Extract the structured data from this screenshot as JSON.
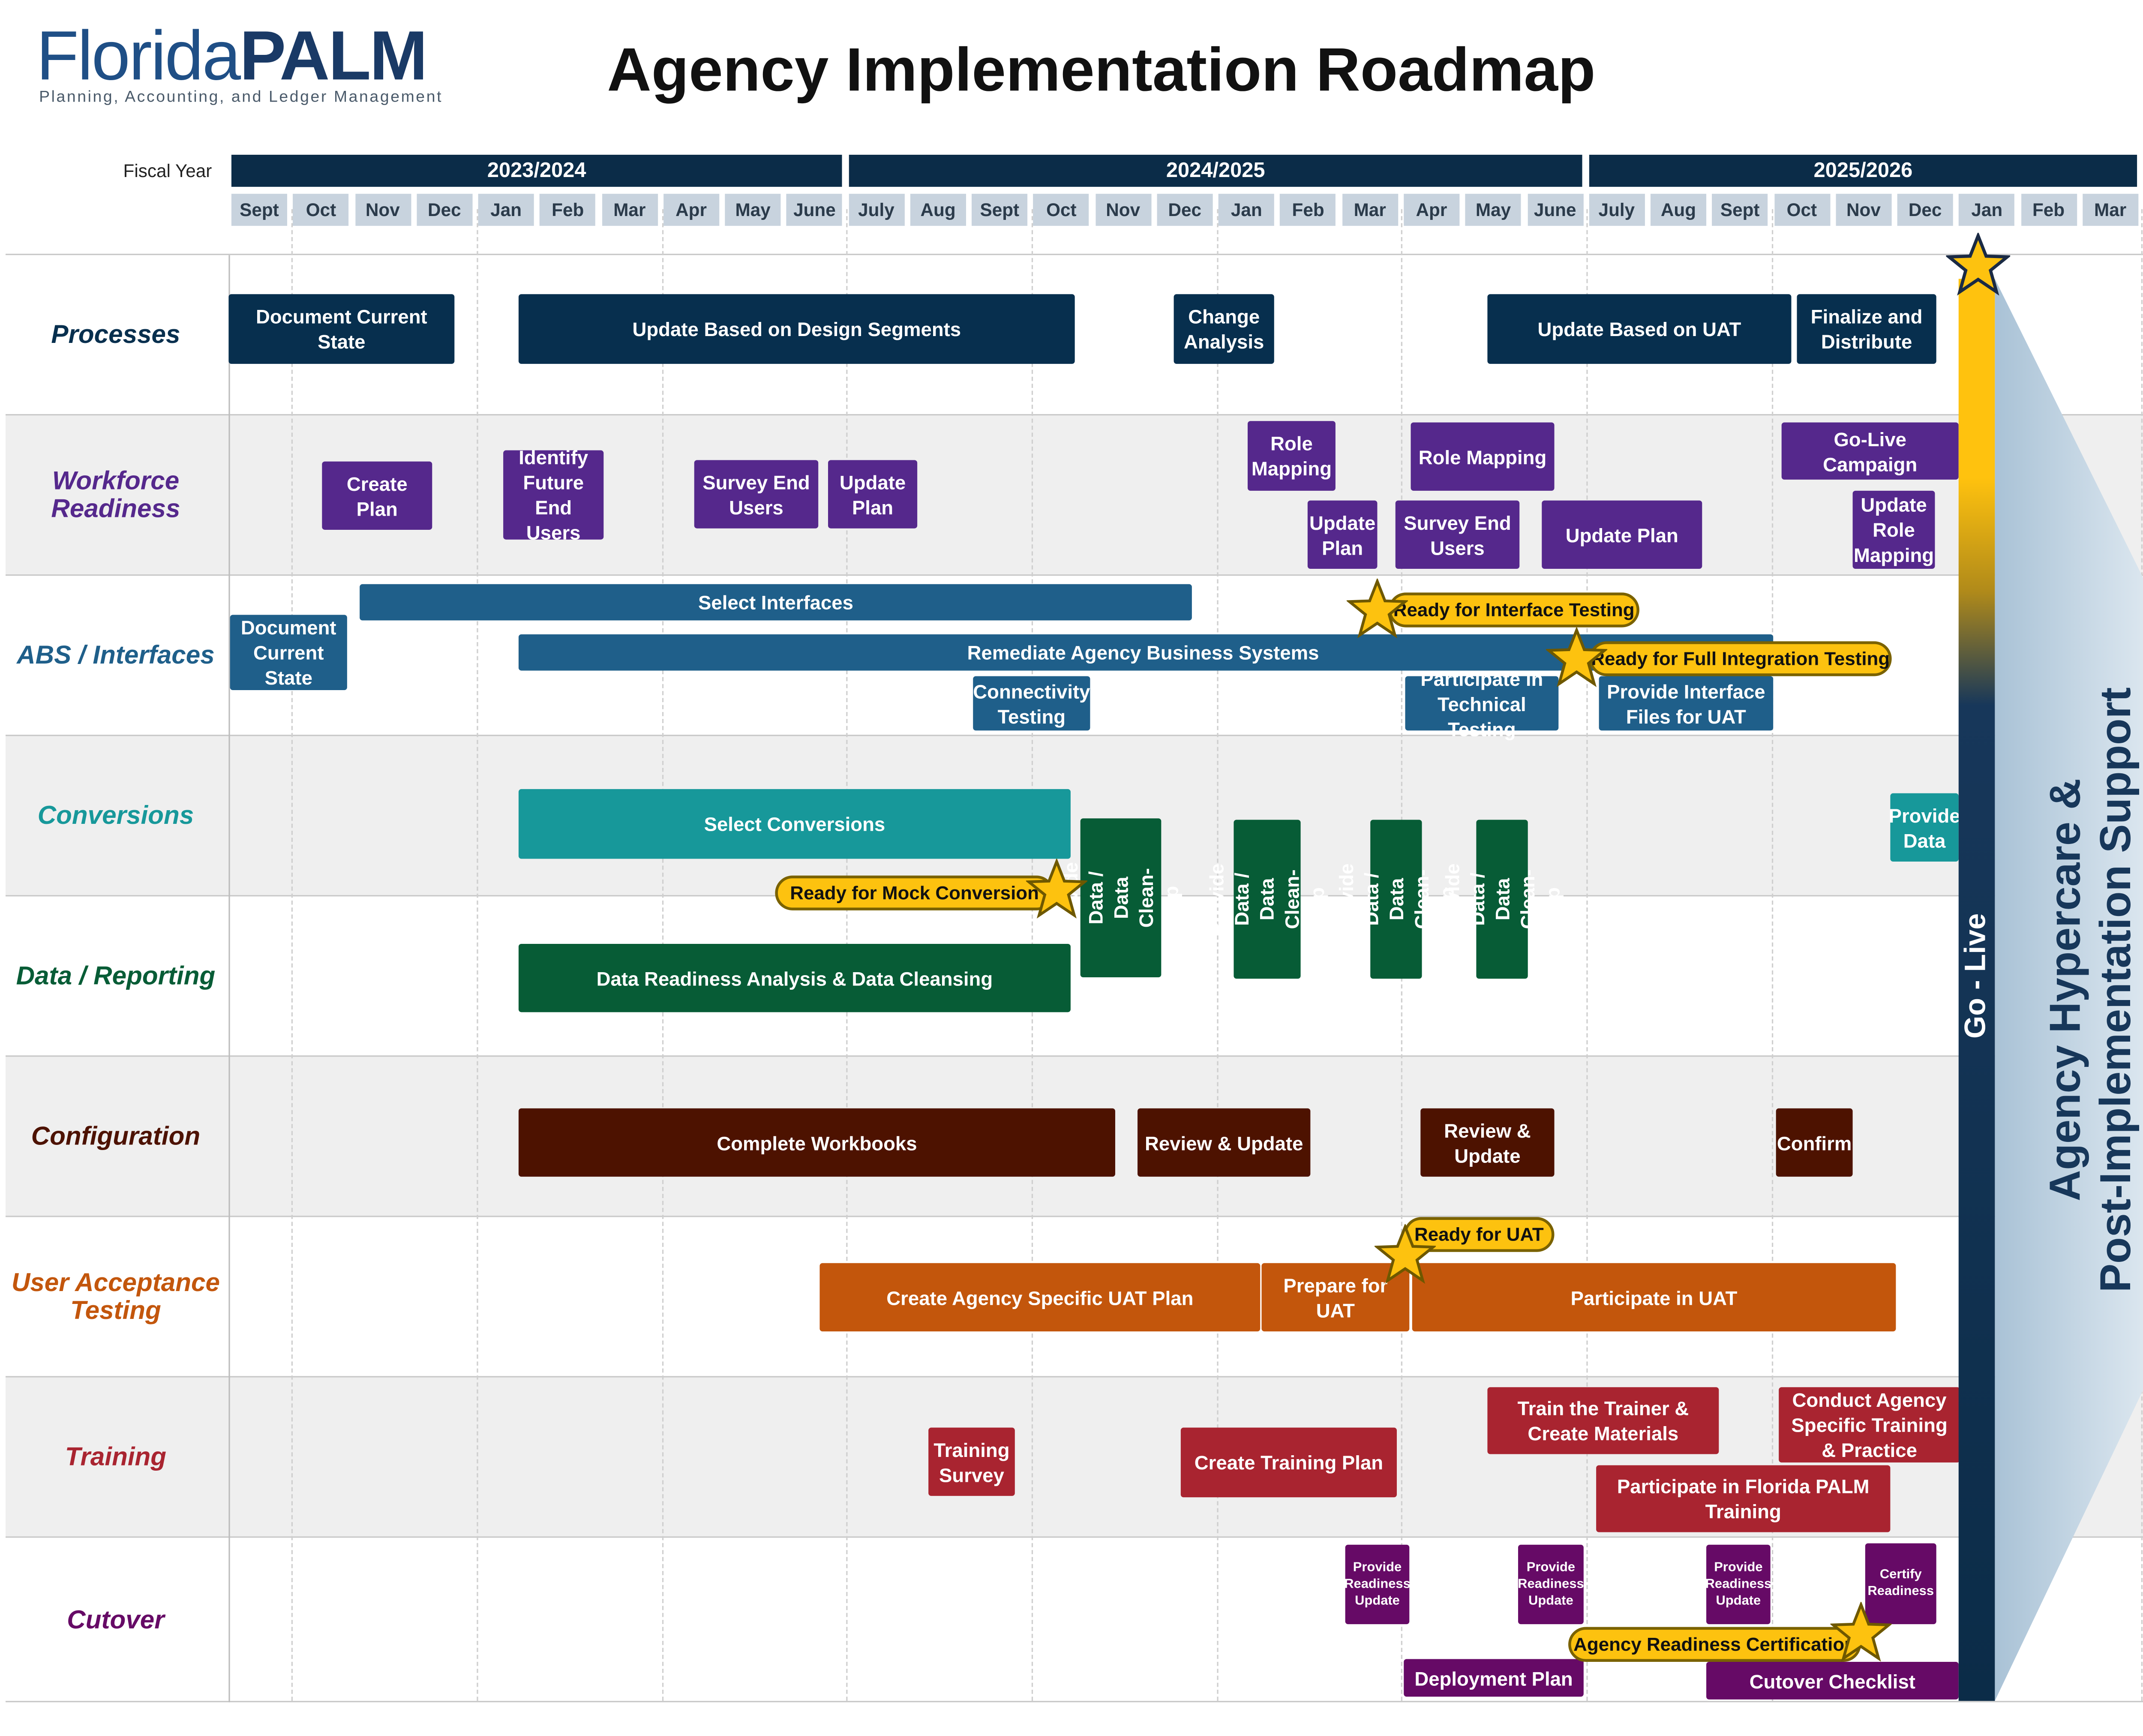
{
  "logo": {
    "florida": "Florida",
    "palm": "PALM",
    "tagline": "Planning, Accounting, and Ledger Management"
  },
  "title": "Agency Implementation Roadmap",
  "fiscal_year_label": "Fiscal Year",
  "years": [
    "2023/2024",
    "2024/2025",
    "2025/2026"
  ],
  "months": [
    "Sept",
    "Oct",
    "Nov",
    "Dec",
    "Jan",
    "Feb",
    "Mar",
    "Apr",
    "May",
    "June",
    "July",
    "Aug",
    "Sept",
    "Oct",
    "Nov",
    "Dec",
    "Jan",
    "Feb",
    "Mar",
    "Apr",
    "May",
    "June",
    "July",
    "Aug",
    "Sept",
    "Oct",
    "Nov",
    "Dec",
    "Jan",
    "Feb",
    "Mar"
  ],
  "colors": {
    "processes": "#072f4e",
    "workforce": "#55288c",
    "abs": "#1f5f8a",
    "conversions": "#17989a",
    "data": "#075c36",
    "configuration": "#4d1200",
    "uat": "#c3560c",
    "training": "#a92430",
    "cutover": "#660a66",
    "milestone": "#fdc20f"
  },
  "lanes": [
    {
      "label": "Processes",
      "color": "#072f4e"
    },
    {
      "label": "Workforce Readiness",
      "color": "#55288c"
    },
    {
      "label": "ABS / Interfaces",
      "color": "#1f5f8a"
    },
    {
      "label": "Conversions",
      "color": "#17989a"
    },
    {
      "label": "Data / Reporting",
      "color": "#075c36"
    },
    {
      "label": "Configuration",
      "color": "#4d1200"
    },
    {
      "label": "User Acceptance Testing",
      "color": "#c3560c"
    },
    {
      "label": "Training",
      "color": "#a92430"
    },
    {
      "label": "Cutover",
      "color": "#660a66"
    }
  ],
  "tasks": {
    "p1": "Document Current State",
    "p2": "Update Based on Design Segments",
    "p3": "Change Analysis",
    "p4": "Update Based on UAT",
    "p5": "Finalize and Distribute",
    "w1": "Create Plan",
    "w2": "Identify Future End Users",
    "w3": "Survey End Users",
    "w4": "Update Plan",
    "w5": "Role Mapping",
    "w6": "Update Plan",
    "w7": "Role Mapping",
    "w8": "Survey End Users",
    "w9": "Update Plan",
    "w10": "Go-Live Campaign",
    "w11": "Update Role Mapping",
    "a1": "Document Current State",
    "a2": "Select Interfaces",
    "a3": "Remediate Agency Business Systems",
    "a4": "Connectivity Testing",
    "a5": "Participate in Technical Testing",
    "a6": "Provide Interface Files for UAT",
    "c1": "Select Conversions",
    "c2": "Provide Data",
    "d1": "Data Readiness Analysis & Data Cleansing",
    "dv1": "Provide  Data / Data Clean-up",
    "dv2": "Provide Data / Data Clean-up",
    "dv3": "Provide Data / Data Clean-up",
    "dv4": "Provide Data / Data Clean-up",
    "g1": "Complete Workbooks",
    "g2": "Review & Update",
    "g3": "Review & Update",
    "g4": "Confirm",
    "u1": "Create Agency Specific UAT Plan",
    "u2": "Prepare for UAT",
    "u3": "Participate in UAT",
    "t1": "Training Survey",
    "t2": "Create Training Plan",
    "t3": "Train the Trainer & Create Materials",
    "t4": "Conduct Agency Specific Training & Practice",
    "t5": "Participate in Florida PALM Training",
    "k1": "Provide Readiness Update",
    "k2": "Provide Readiness Update",
    "k3": "Provide Readiness Update",
    "k4": "Certify Readiness",
    "k5": "Deployment Plan",
    "k6": "Cutover Checklist"
  },
  "milestones": {
    "m1": "Ready for Interface Testing",
    "m2": "Ready for Full Integration Testing",
    "m3": "Ready for Mock Conversion",
    "m4": "Ready for UAT",
    "m5": "Agency Readiness Certification"
  },
  "go_live": "Go - Live",
  "hypercare": [
    "Agency Hypercare &",
    "Post-Implementation Support"
  ]
}
